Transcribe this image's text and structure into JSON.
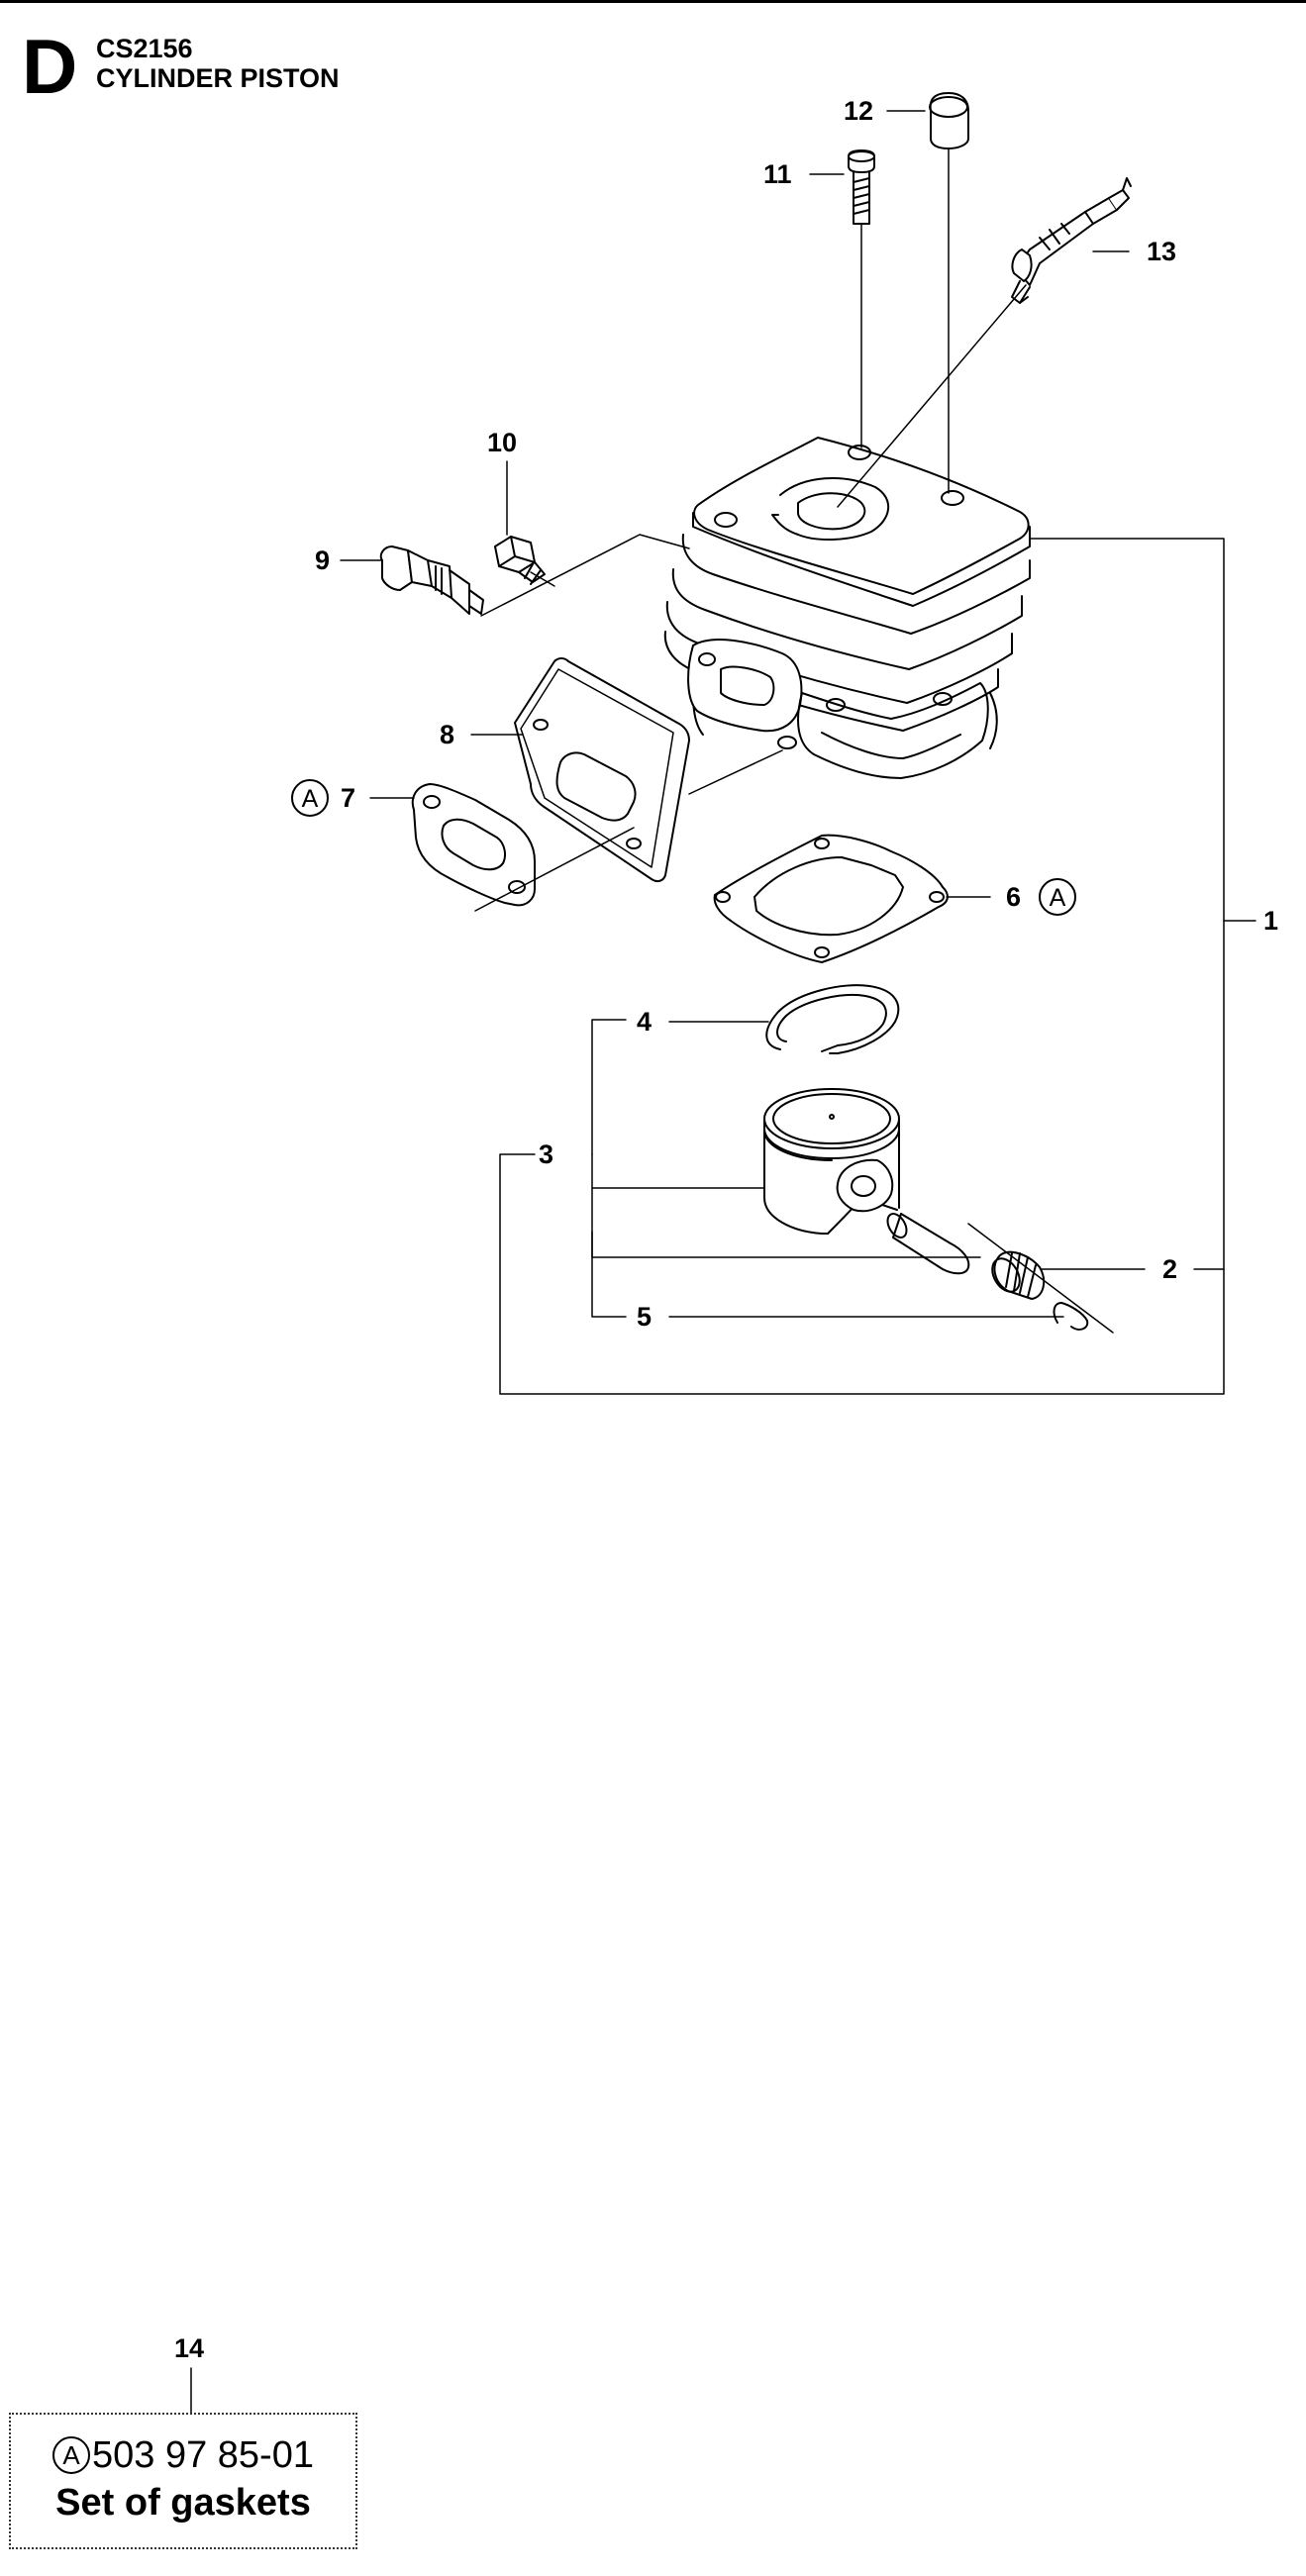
{
  "header": {
    "section_letter": "D",
    "model": "CS2156",
    "title": "CYLINDER PISTON"
  },
  "callouts": {
    "p1": "1",
    "p2": "2",
    "p3": "3",
    "p4": "4",
    "p5": "5",
    "p6": "6",
    "p7": "7",
    "p8": "8",
    "p9": "9",
    "p10": "10",
    "p11": "11",
    "p12": "12",
    "p13": "13",
    "p14": "14"
  },
  "kit_marker": "A",
  "kit": {
    "marker": "A",
    "part_number": "503 97 85-01",
    "name": "Set of gaskets"
  }
}
